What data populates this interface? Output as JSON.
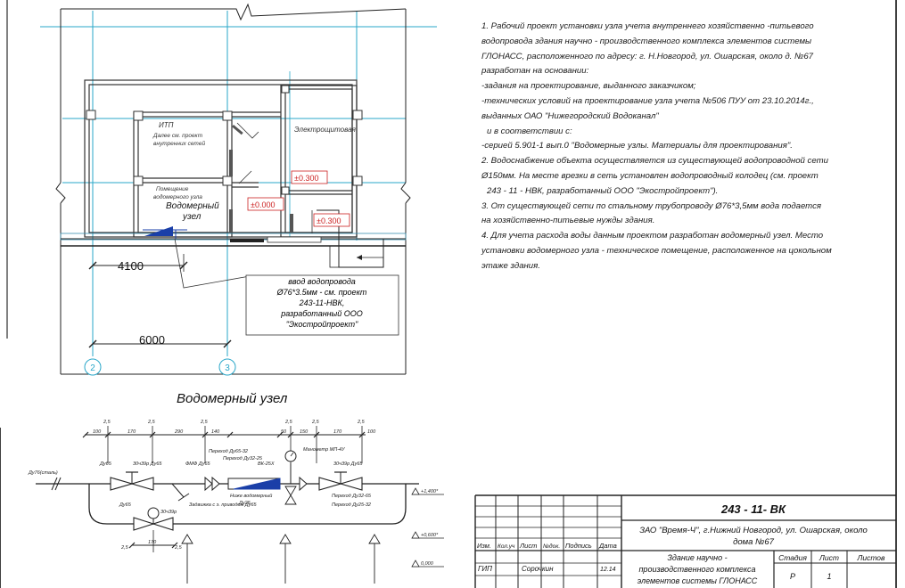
{
  "plan": {
    "itp": "ИТП",
    "itp_note1": "Далее см. проект",
    "itp_note2": "внутренних сетей",
    "electric": "Электрощитовая",
    "meter_room1": "Помещение",
    "meter_room2": "водомерного узла",
    "meter_node1": "Водомерный",
    "meter_node2": "узел",
    "level1": "±0.000",
    "level2": "±0.300",
    "level3": "±0.300",
    "dim1": "4100",
    "dim2": "6000",
    "axis1": "2",
    "axis2": "3",
    "inlet_lines": [
      "ввод водопровода",
      "Ø76*3.5мм -  см. проект",
      "243-11-НВК,",
      "разработанный ООО",
      "\"Экостройпроект\""
    ]
  },
  "notes": [
    "1. Рабочий проект установки узла учета внутреннего хозяйственно -питьевого",
    "водопровода здания научно - производственного комплекса элементов системы",
    "ГЛОНАСС, расположенного по адресу: г. Н.Новгород, ул. Ошарская, около д. №67",
    "разработан на основании:",
    "-задания на проектирование, выданного заказчиком;",
    "-технических условий на проектирование узла учета №506 ПУУ от 23.10.2014г.,",
    "выданных ОАО \"Нижегородский Водоканал\"",
    "  и в соответствии с:",
    "-серией 5.901-1 вып.0 \"Водомерные узлы. Материалы для проектирования\".",
    "2. Водоснабжение объекта осуществляется из существующей водопроводной сети",
    "Ø150мм. На месте врезки в сеть установлен водопроводный колодец (см. проект",
    "  243 - 11 - НВК, разработанный ООО \"Экостройпроект\").",
    "3. От существующей сети по стальному трубопроводу  Ø76*3,5мм  вода подается",
    "на хозяйственно-питьевые нужды здания.",
    "4. Для учета расхода воды данным проектом разработан водомерный узел. Место",
    "установки водомерного узла - техническое помещение, расположенное на цокольном",
    "этаже здания."
  ],
  "scheme": {
    "title": "Водомерный узел",
    "dims_top": [
      "2,5",
      "2,5",
      "2,5",
      "2,5",
      "2,5",
      "2,5"
    ],
    "dims": [
      "100",
      "170",
      "290",
      "140",
      "50",
      "150",
      "170",
      "100"
    ],
    "inlet": "Ду76(сталь)",
    "valve1_dn": "Ду65",
    "valve1_type": "30ч39р Ду65",
    "filter": "ФМФ Ду65",
    "transition1": "Переход Ду65-32",
    "transition2": "Переход Ду32-25",
    "meter": "ВК-25Х",
    "manometer": "Манометр МП-4У",
    "valve2_type": "30ч39р Ду65",
    "transition3": "Переход Ду32-65",
    "transition4": "Переход Ду25-32",
    "insert": "Ниже водомерный",
    "insert_dn": "Ду25",
    "bypass_valve": "30ч39р",
    "bypass_dn": "Ду65",
    "drain_note": "Задвижка с э. приводом Ду65",
    "elev1": "+1,400*",
    "elev2": "+0,600*",
    "elev3": "0,000",
    "dim_bot1": "2,5",
    "dim_bot2": "170",
    "dim_bot3": "2,5"
  },
  "stamp": {
    "code": "243 - 11- ВК",
    "org_line1": "ЗАО \"Время-Ч\", г.Нижний Новгород, ул. Ошарская, около",
    "org_line2": "дома №67",
    "col_izm": "Изм.",
    "col_kol": "Кол.уч",
    "col_list": "Лист",
    "col_ndok": "№док.",
    "col_podp": "Подпись",
    "col_date": "Дата",
    "role": "ГИП",
    "name": "Сорочкин",
    "date": "12.14",
    "desc_line1": "Здание научно -",
    "desc_line2": "производственного комплекса",
    "desc_line3": "элементов системы ГЛОНАСС",
    "h_stage": "Стадия",
    "h_sheet": "Лист",
    "h_sheets": "Листов",
    "stage": "Р",
    "sheet": "1"
  }
}
